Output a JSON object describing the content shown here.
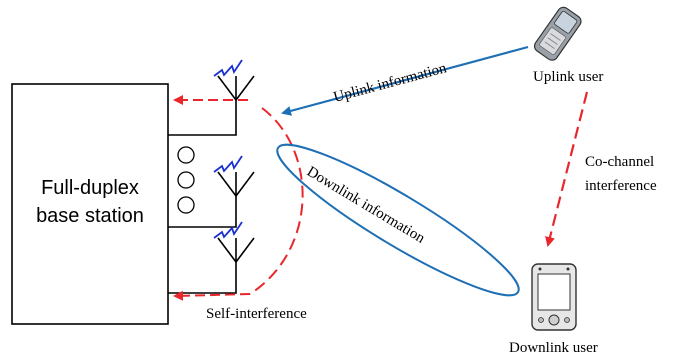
{
  "diagram": {
    "base_station": {
      "line1": "Full-duplex",
      "line2": "base station"
    },
    "labels": {
      "uplink_information": "Uplink information",
      "uplink_user": "Uplink user",
      "co_channel_line1": "Co-channel",
      "co_channel_line2": "interference",
      "downlink_information": "Downlink information",
      "self_interference": "Self-interference",
      "downlink_user": "Downlink user"
    },
    "colors": {
      "uplink_arrow": "#1f6fb5",
      "interference": "#e8262b",
      "downlink_ellipse": "#1f6fb5",
      "antenna_spark": "#1a2fd0",
      "outline": "#000000"
    },
    "icons": {
      "uplink_user": "flip-phone-icon",
      "downlink_user": "pda-device-icon",
      "antenna": "antenna-icon"
    }
  }
}
